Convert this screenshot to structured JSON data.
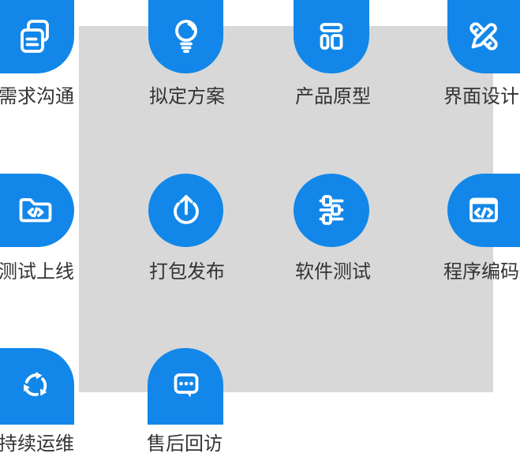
{
  "colors": {
    "accent": "#1287e9",
    "panel": "#d8d8d8",
    "label": "#333333",
    "page": "#ffffff",
    "icon": "#ffffff"
  },
  "process": {
    "items": [
      {
        "label": "需求沟通",
        "icon": "documents-icon"
      },
      {
        "label": "拟定方案",
        "icon": "lightbulb-icon"
      },
      {
        "label": "产品原型",
        "icon": "layout-icon"
      },
      {
        "label": "界面设计",
        "icon": "design-tools-icon"
      },
      {
        "label": "测试上线",
        "icon": "code-folder-icon"
      },
      {
        "label": "打包发布",
        "icon": "upload-icon"
      },
      {
        "label": "软件测试",
        "icon": "sliders-icon"
      },
      {
        "label": "程序编码",
        "icon": "code-window-icon"
      },
      {
        "label": "持续运维",
        "icon": "sync-icon"
      },
      {
        "label": "售后回访",
        "icon": "chat-icon"
      }
    ]
  }
}
